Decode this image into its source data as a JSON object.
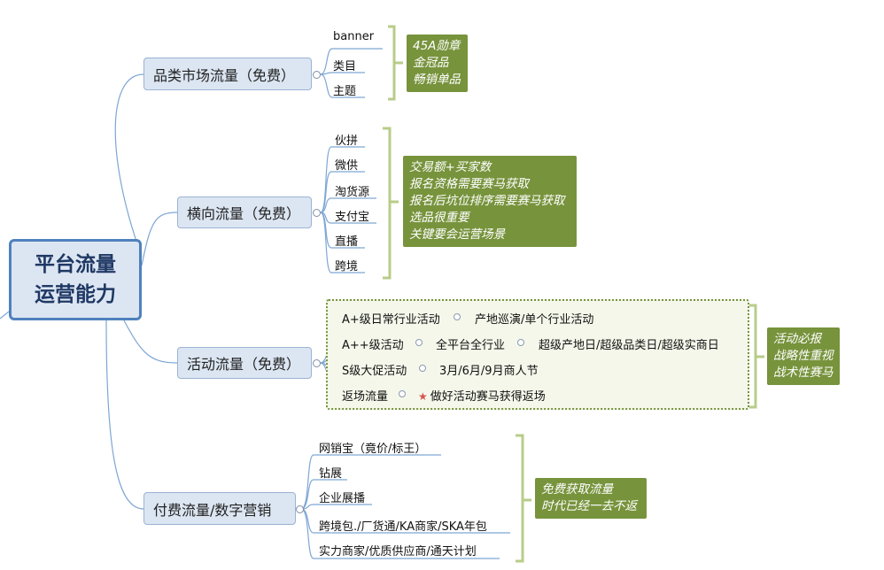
{
  "central": {
    "line1": "平台流量",
    "line2": "运营能力"
  },
  "branches": {
    "category": {
      "label": "品类市场流量（免费）",
      "items": [
        "banner",
        "类目",
        "主题"
      ],
      "note": [
        "45A勋章",
        "金冠品",
        "畅销单品"
      ]
    },
    "horizontal": {
      "label": "横向流量（免费）",
      "items": [
        "伙拼",
        "微供",
        "淘货源",
        "支付宝",
        "直播",
        "跨境"
      ],
      "note": [
        "交易额+买家数",
        "报名资格需要赛马获取",
        "报名后坑位排序需要赛马获取",
        "选品很重要",
        "关键要会运营场景"
      ]
    },
    "activity": {
      "label": "活动流量（免费）",
      "rows": [
        {
          "name": "A+级日常行业活动",
          "details": [
            "产地巡演/单个行业活动"
          ]
        },
        {
          "name": "A++级活动",
          "details": [
            "全平台全行业",
            "超级产地日/超级品类日/超级实商日"
          ]
        },
        {
          "name": "S级大促活动",
          "details": [
            "3月/6月/9月商人节"
          ]
        },
        {
          "name": "返场流量",
          "details": [
            "做好活动赛马获得返场"
          ]
        }
      ],
      "note": [
        "活动必报",
        "战略性重视",
        "战术性赛马"
      ]
    },
    "paid": {
      "label": "付费流量/数字营销",
      "items": [
        "网销宝（竟价/标王）",
        "钻展",
        "企业展播",
        "跨境包./厂货通/KA商家/SKA年包",
        "实力商家/优质供应商/通天计划"
      ],
      "note": [
        "免费获取流量",
        "时代已经一去不返"
      ]
    }
  },
  "colors": {
    "line": "#4f81bd",
    "bracket": "#b8cc8a",
    "note": "#77933c",
    "box": "#dce6f2"
  }
}
